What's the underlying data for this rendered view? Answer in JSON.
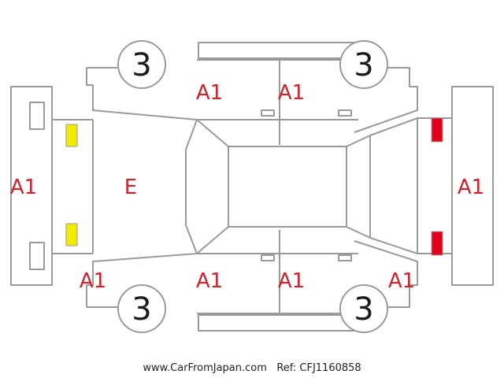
{
  "colors": {
    "outline": "#9a9a9a",
    "damage_code_text": "#d0222b",
    "front_light_marker": "#f2ea00",
    "rear_light_marker": "#e3001b"
  },
  "panels": {
    "roof": "",
    "hood": "E",
    "front_bumper": "A1",
    "rear_bumper": "A1",
    "front_left_door": "A1",
    "rear_left_door": "A1",
    "front_right_door": "A1",
    "rear_right_door": "A1",
    "front_left_fender": "A1",
    "rear_left_quarter": "A1"
  },
  "tires": {
    "front_left": "3",
    "front_right": "3",
    "rear_left": "3",
    "rear_right": "3"
  },
  "footer": {
    "site": "www.CarFromJapan.com",
    "ref": "Ref: CFJ1160858"
  }
}
